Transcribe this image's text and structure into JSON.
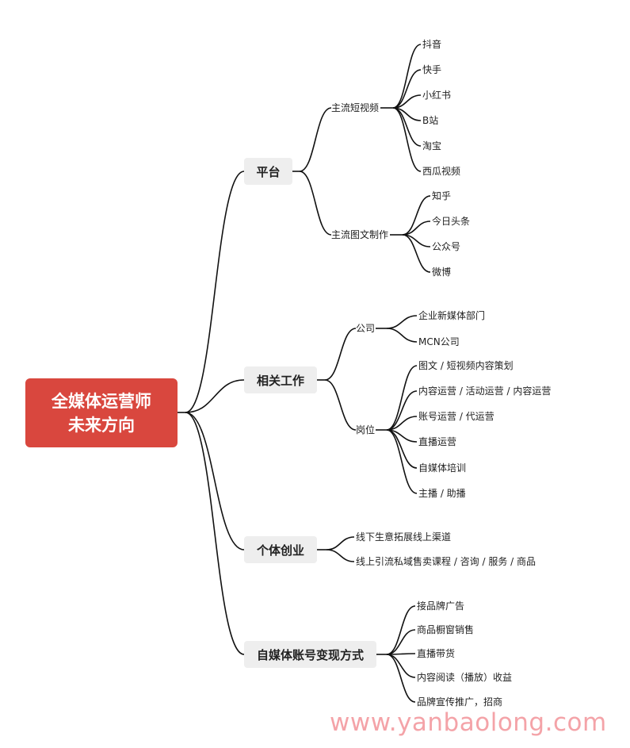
{
  "root": {
    "line1": "全媒体运营师",
    "line2": "未来方向"
  },
  "branches": {
    "platform": {
      "label": "平台",
      "sub1": {
        "label": "主流短视频",
        "items": [
          "抖音",
          "快手",
          "小红书",
          "B站",
          "淘宝",
          "西瓜视频"
        ]
      },
      "sub2": {
        "label": "主流图文制作",
        "items": [
          "知乎",
          "今日头条",
          "公众号",
          "微博"
        ]
      }
    },
    "work": {
      "label": "相关工作",
      "sub1": {
        "label": "公司",
        "items": [
          "企业新媒体部门",
          "MCN公司"
        ]
      },
      "sub2": {
        "label": "岗位",
        "items": [
          "图文 / 短视频内容策划",
          "内容运营 / 活动运营 / 内容运营",
          "账号运营 / 代运营",
          "直播运营",
          "自媒体培训",
          "主播 / 助播"
        ]
      }
    },
    "startup": {
      "label": "个体创业",
      "items": [
        "线下生意拓展线上渠道",
        "线上引流私域售卖课程 / 咨询 / 服务 / 商品"
      ]
    },
    "monetize": {
      "label": "自媒体账号变现方式",
      "items": [
        "接品牌广告",
        "商品橱窗销售",
        "直播带货",
        "内容阅读（播放）收益",
        "品牌宣传推广，招商"
      ]
    }
  },
  "watermark": "www.yanbaolong.com",
  "colors": {
    "root": "#d9473e",
    "branch_bg": "#eeeeee",
    "line": "#111111",
    "watermark": "#f4a3a8"
  }
}
